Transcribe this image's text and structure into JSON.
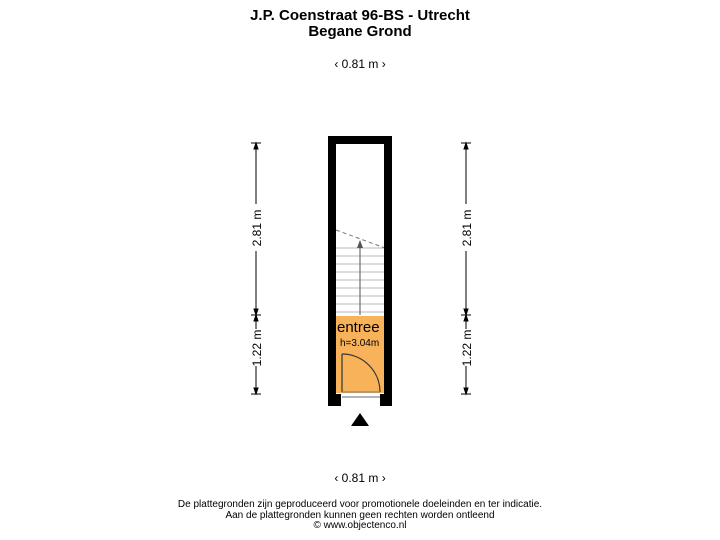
{
  "header": {
    "address": "J.P. Coenstraat 96-BS - Utrecht",
    "floor": "Begane Grond"
  },
  "dimensions": {
    "width_top": "0.81 m",
    "width_bottom": "0.81 m",
    "left_upper": "2.81 m",
    "left_lower": "1.22 m",
    "right_upper": "2.81 m",
    "right_lower": "1.22 m"
  },
  "room": {
    "name": "entree",
    "height": "h=3.04m",
    "color": "#f7b25a"
  },
  "footer": {
    "line1": "De plattegronden zijn geproduceerd voor promotionele doeleinden en ter indicatie.",
    "line2": "Aan de plattegronden kunnen geen rechten worden ontleend",
    "line3": "© www.objectenco.nl"
  }
}
